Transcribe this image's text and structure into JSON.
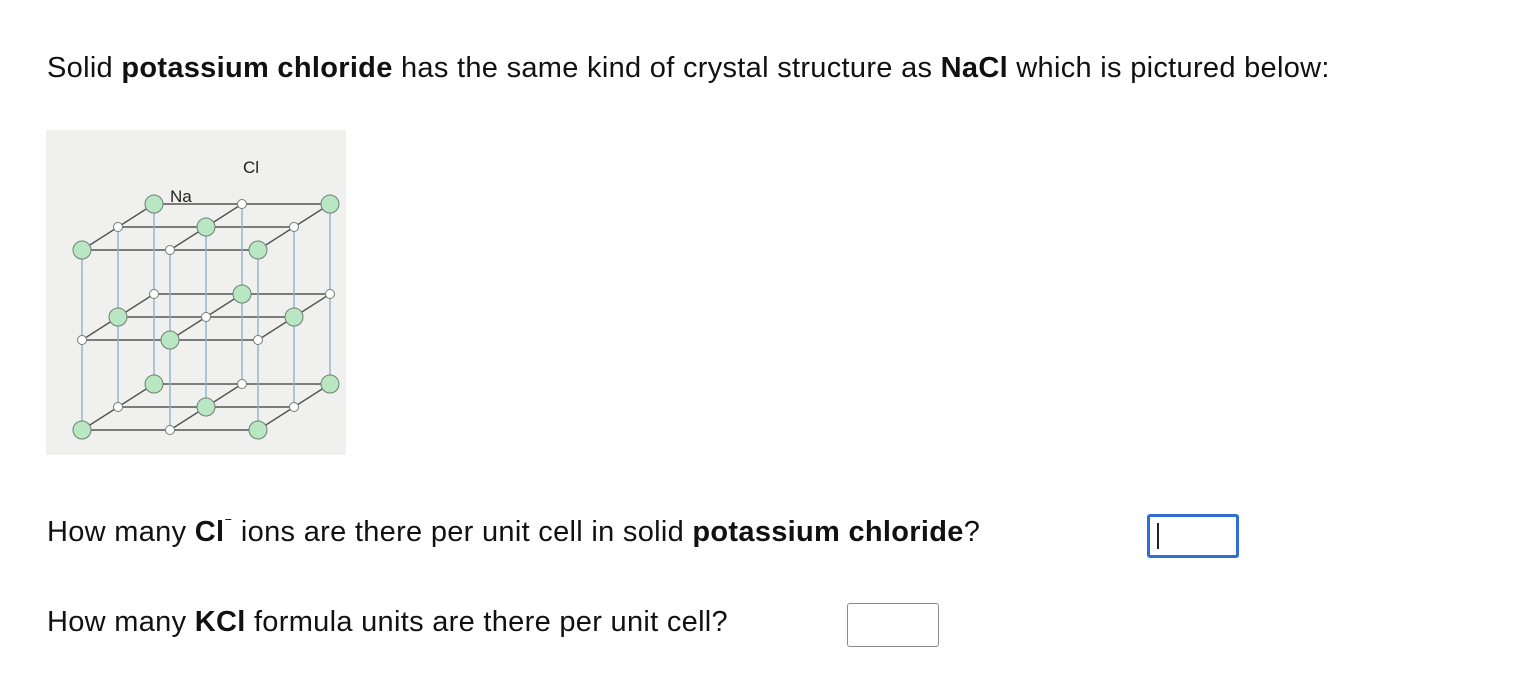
{
  "intro": {
    "part1": "Solid ",
    "bold1": "potassium chloride",
    "part2": " has the same kind of crystal structure as ",
    "bold2": "NaCl",
    "part3": " which is pictured below:"
  },
  "figure": {
    "label_na": "Na",
    "label_cl": "Cl",
    "colors": {
      "chloride": "#b9e6c3",
      "sodium": "#ffffff",
      "edge": "#555555",
      "background": "#f0f0ef"
    }
  },
  "question1": {
    "part1": "How many ",
    "bold1": "Cl",
    "charge": "⁻",
    "part2": " ions are there per unit cell in solid ",
    "bold2": "potassium chloride",
    "part3": "?",
    "answer_value": ""
  },
  "question2": {
    "part1": "How many ",
    "bold1": "KCl",
    "part2": " formula units are there per unit cell?",
    "answer_value": ""
  }
}
